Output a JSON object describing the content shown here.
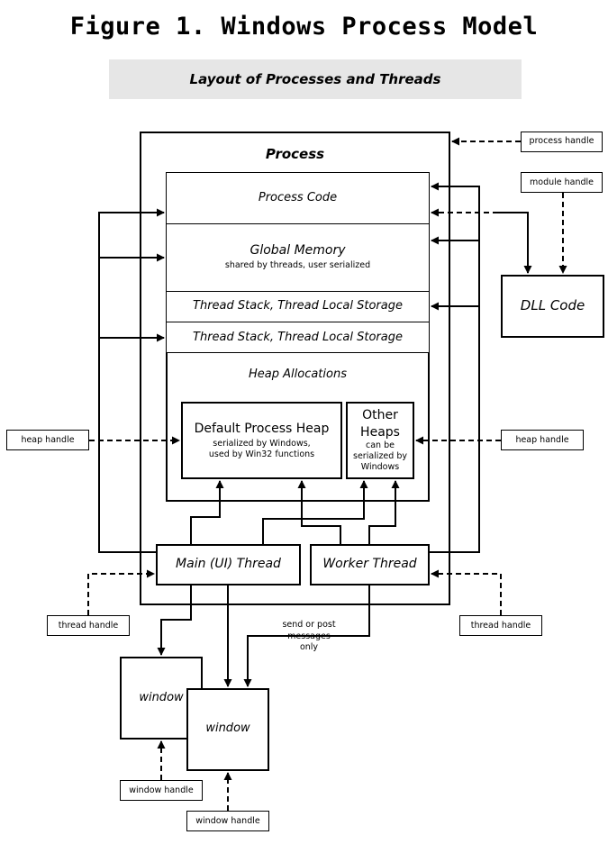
{
  "title": "Figure 1. Windows Process Model",
  "subtitle": "Layout of Processes and Threads",
  "process": {
    "label": "Process",
    "code": "Process Code",
    "global_memory": "Global Memory",
    "global_memory_note": "shared by threads, user serialized",
    "tls1": "Thread Stack, Thread Local Storage",
    "tls2": "Thread Stack, Thread Local Storage",
    "heap_allocations": "Heap Allocations",
    "default_heap": "Default Process Heap",
    "default_heap_note1": "serialized by Windows,",
    "default_heap_note2": "used by Win32 functions",
    "other_heaps1": "Other",
    "other_heaps2": "Heaps",
    "other_heaps_note1": "can be",
    "other_heaps_note2": "serialized by",
    "other_heaps_note3": "Windows",
    "main_thread": "Main (UI) Thread",
    "worker_thread": "Worker Thread"
  },
  "dll_code": "DLL Code",
  "handles": {
    "process": "process handle",
    "module": "module handle",
    "heap_left": "heap handle",
    "heap_right": "heap handle",
    "thread_left": "thread handle",
    "thread_right": "thread handle",
    "window1": "window handle",
    "window2": "window handle"
  },
  "windows": {
    "w1": "window",
    "w2": "window"
  },
  "note_send": {
    "l1": "send or post",
    "l2": "messages",
    "l3": "only"
  }
}
